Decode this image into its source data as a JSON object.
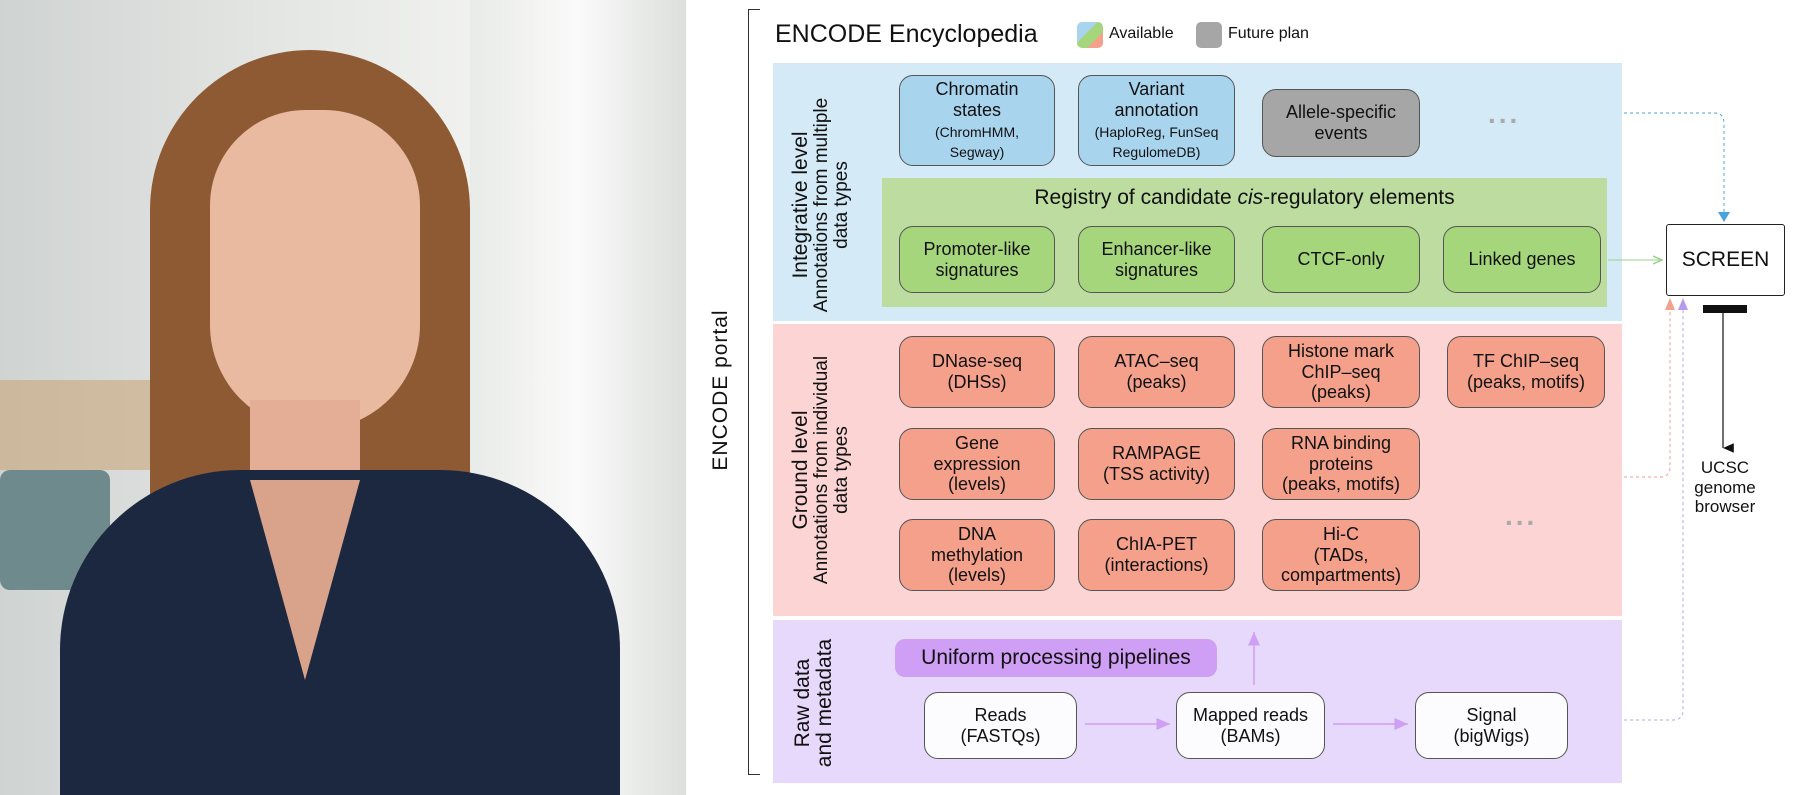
{
  "title": "ENCODE Encyclopedia",
  "legend": {
    "available": "Available",
    "future": "Future plan"
  },
  "portal_label": "ENCODE portal",
  "colors": {
    "integrative": "#d5eaf7",
    "registry": "#bcdca0",
    "ground": "#fbd4d3",
    "raw": "#e7d9fb",
    "pipeline": "#cf9ef5"
  },
  "integrative": {
    "title": "Integrative level",
    "subtitle": "Annotations from multiple\ndata types",
    "boxes": [
      {
        "main": "Chromatin\nstates",
        "sub": "(ChromHMM,\nSegway)"
      },
      {
        "main": "Variant\nannotation",
        "sub": "(HaploReg, FunSeq\nRegulomeDB)"
      },
      {
        "main": "Allele-specific\nevents"
      }
    ],
    "ellipsis": "...",
    "registry": {
      "title_pre": "Registry of candidate ",
      "title_it": "cis",
      "title_post": "-regulatory elements",
      "boxes": [
        "Promoter-like\nsignatures",
        "Enhancer-like\nsignatures",
        "CTCF-only",
        "Linked genes"
      ]
    }
  },
  "ground": {
    "title": "Ground level",
    "subtitle": "Annotations from individual\ndata types",
    "boxes": [
      "DNase-seq\n(DHSs)",
      "ATAC–seq\n(peaks)",
      "Histone mark\nChIP–seq\n(peaks)",
      "TF ChIP–seq\n(peaks, motifs)",
      "Gene\nexpression\n(levels)",
      "RAMPAGE\n(TSS activity)",
      "RNA binding\nproteins\n(peaks, motifs)",
      "DNA\nmethylation\n(levels)",
      "ChIA-PET\n(interactions)",
      "Hi-C\n(TADs,\ncompartments)"
    ],
    "ellipsis": "..."
  },
  "raw": {
    "title": "Raw data\nand metadata",
    "pipeline": "Uniform processing pipelines",
    "boxes": [
      "Reads\n(FASTQs)",
      "Mapped reads\n(BAMs)",
      "Signal\n(bigWigs)"
    ]
  },
  "screen": "SCREEN",
  "ucsc": "UCSC\ngenome\nbrowser"
}
